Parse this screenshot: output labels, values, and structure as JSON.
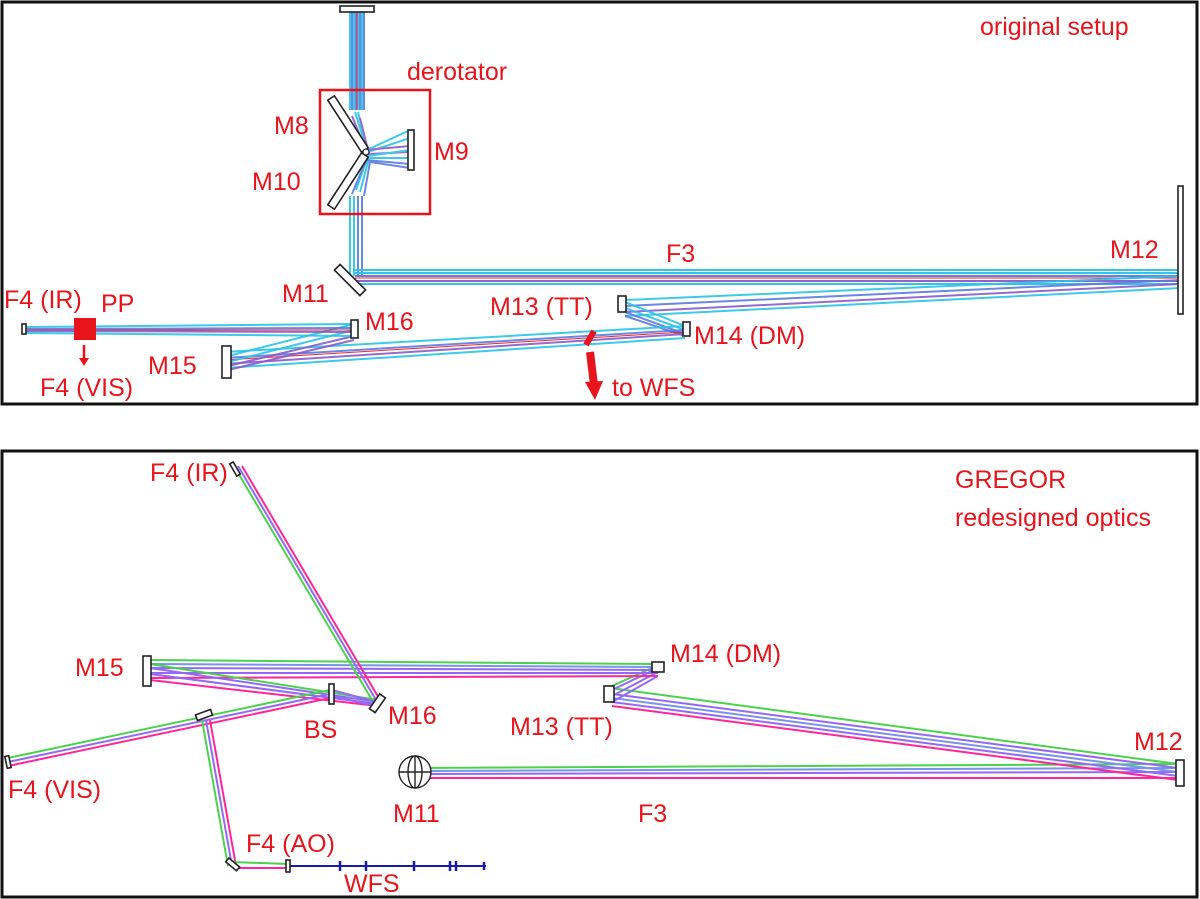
{
  "colors": {
    "label": "#e8141c",
    "frame": "#111111",
    "beam_top": [
      "#27c4e8",
      "#5a7be0",
      "#8a5cc9",
      "#e8141c"
    ],
    "beam_bottom": [
      "#ff1493",
      "#8b5cf6",
      "#6b8be8",
      "#3ccf3c"
    ],
    "wfs_line": "#1a1aa8"
  },
  "top_panel": {
    "title": "original setup",
    "labels": {
      "derotator": "derotator",
      "m8": "M8",
      "m9": "M9",
      "m10": "M10",
      "m11": "M11",
      "m12": "M12",
      "m13": "M13 (TT)",
      "m14": "M14 (DM)",
      "m15": "M15",
      "m16": "M16",
      "f3": "F3",
      "f4_ir": "F4 (IR)",
      "pp": "PP",
      "f4_vis": "F4 (VIS)",
      "to_wfs": "to WFS"
    }
  },
  "bottom_panel": {
    "title_line1": "GREGOR",
    "title_line2": "redesigned optics",
    "labels": {
      "f4_ir": "F4 (IR)",
      "m15": "M15",
      "m14": "M14 (DM)",
      "bs": "BS",
      "m16": "M16",
      "m13": "M13 (TT)",
      "m12": "M12",
      "f4_vis": "F4 (VIS)",
      "m11": "M11",
      "f3": "F3",
      "f4_ao": "F4 (AO)",
      "wfs": "WFS"
    }
  }
}
